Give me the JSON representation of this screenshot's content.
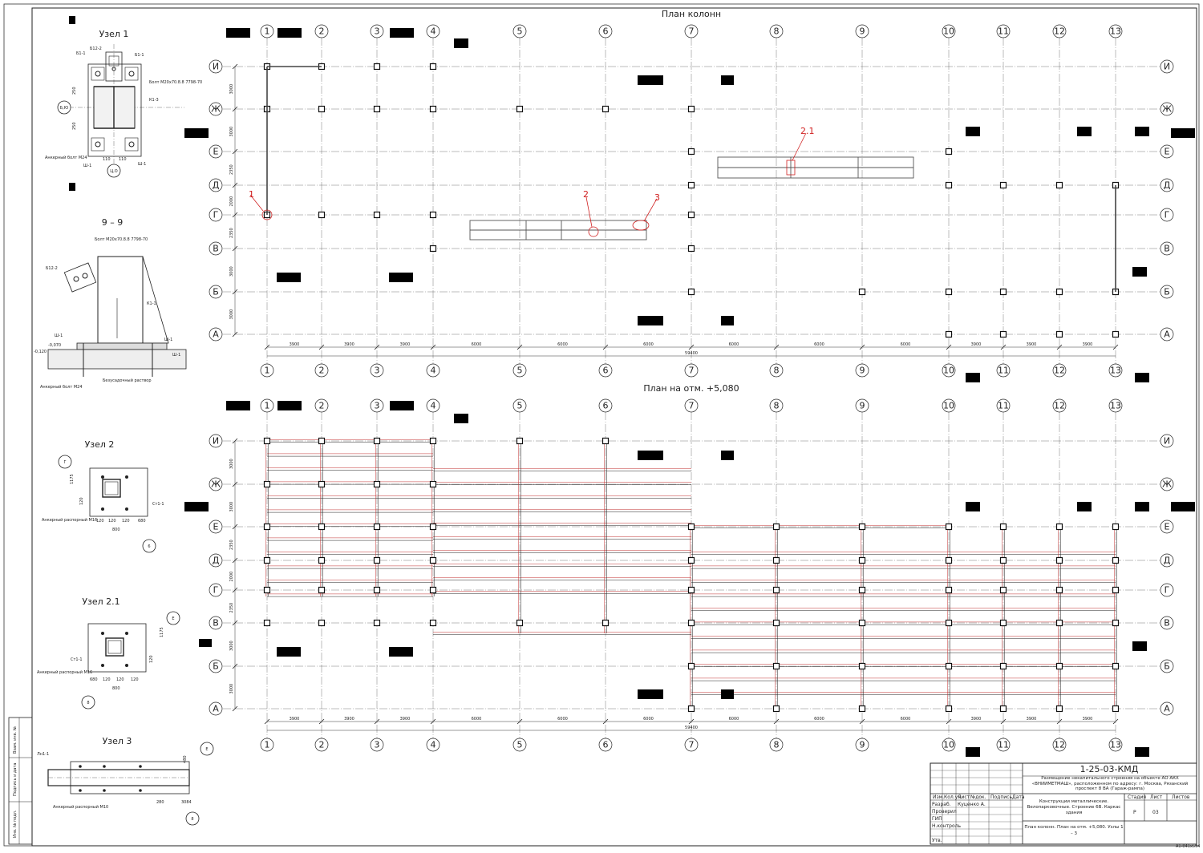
{
  "plans": {
    "column_plan_title": "План колонн",
    "floor_plan_title": "План на отм. +5,080",
    "axes_numeric": [
      "1",
      "2",
      "3",
      "4",
      "5",
      "6",
      "7",
      "8",
      "9",
      "10",
      "11",
      "12",
      "13"
    ],
    "axes_letter": [
      "И",
      "Ж",
      "Е",
      "Д",
      "Г",
      "В",
      "Б",
      "А"
    ],
    "bay_dims": [
      "3900",
      "3900",
      "3900",
      "6000",
      "6000",
      "6000",
      "6000",
      "6000",
      "6000",
      "3900",
      "3900",
      "3900"
    ],
    "total_length": "59400",
    "row_dims": [
      "3000",
      "3000",
      "2350",
      "2000",
      "2350",
      "3000",
      "3000"
    ],
    "callouts": [
      "1",
      "2",
      "3",
      "2.1"
    ]
  },
  "node1": {
    "title": "Узел 1",
    "labels": [
      "Б12-2",
      "Б1-1",
      "Б1-1",
      "Болт М20х70.8.8\n7798-70",
      "К1-3",
      "Анкерный болт М24",
      "Ш-1",
      "Ш-1"
    ],
    "dims": [
      "250",
      "250",
      "110",
      "110"
    ],
    "axis_b": "Б,Ю",
    "axis_c": "Ц,О"
  },
  "section99": {
    "title": "9 – 9",
    "labels": [
      "Болт М20х70.8.8\n7798-70",
      "Б12-2",
      "К1-1",
      "Ш-1",
      "Ш-1",
      "Ш-1",
      "Анкерный болт М24",
      "Безусадочный раствор"
    ],
    "levels": [
      "-0,070",
      "-0,120"
    ]
  },
  "node2": {
    "title": "Узел 2",
    "axis_a": "Г",
    "axis_b": "6",
    "labels": [
      "Анкерный распорный М16",
      "Ст1-1"
    ],
    "dims": [
      "120",
      "120",
      "120",
      "680",
      "800",
      "1175",
      "120"
    ]
  },
  "node21": {
    "title": "Узел 2.1",
    "axis_a": "Е",
    "axis_b": "8",
    "labels": [
      "Ст1-1",
      "Анкерный распорный М16"
    ],
    "dims": [
      "120",
      "120",
      "120",
      "680",
      "800",
      "1175",
      "120"
    ]
  },
  "node3": {
    "title": "Узел 3",
    "axis_a": "Е",
    "axis_b": "8",
    "labels": [
      "Лн1-1",
      "Анкерный распорный М10"
    ],
    "dims": [
      "280",
      "3084",
      "480"
    ]
  },
  "titleblock": {
    "code": "1-25-03-КМД",
    "project": "Размещение некапитального строения на объекте АО АКХ «ВНИИМЕТМАШ», расположенном по адресу: г. Москва, Рязанский проспект 8 ВА (Гараж-рампа)",
    "section": "Конструкции металлические. Велопарковочные. Строение 6В. Каркас здания",
    "sheet_title": "План колонн. План на отм. +5,080. Узлы 1 – 3",
    "header_cells": [
      "Изм.",
      "Кол.уч.",
      "Лист",
      "№док.",
      "Подпись",
      "Дата"
    ],
    "roles": [
      "Разраб.",
      "Проверил",
      "ГИП",
      "Н.контроль",
      "Утв."
    ],
    "author": "Куценко А.",
    "stage_head": "Стадия",
    "sheet_head": "Лист",
    "sheets_head": "Листов",
    "stage": "Р",
    "sheet": "03",
    "format": "А1-841x594"
  },
  "left_strip": [
    "Инв. № подл.",
    "Подпись и дата",
    "Взам. инв. №"
  ]
}
